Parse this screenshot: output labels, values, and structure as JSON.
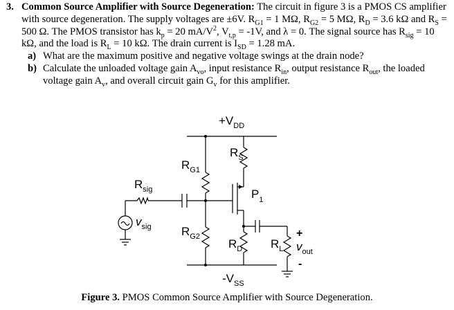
{
  "problem": {
    "number": "3.",
    "title": "Common Source Amplifier with Source Degeneration:",
    "s1": " The circuit in figure 3 is a PMOS CS amplifier with source degeneration. The supply voltages are ±6V. R",
    "s2": " = 1 MΩ, R",
    "s3": " = 5 MΩ, R",
    "s4": " = 3.6 kΩ and R",
    "s5": " = 500 Ω. The PMOS transistor has k",
    "s6": " = 20 mA/V",
    "s7": ", V",
    "s8": " = -1V, and λ = 0. The signal source has R",
    "s9": " = 10 kΩ, and the load is R",
    "s10": " = 10 kΩ. The drain current is I",
    "s11": " = 1.28 mA.",
    "sub_G1": "G1",
    "sub_G2": "G2",
    "sub_D": "D",
    "sub_S": "S",
    "sub_p": "p",
    "sup_2": "2",
    "sub_tp": "t,p",
    "sub_sig": "sig",
    "sub_L": "L",
    "sub_SD": "SD"
  },
  "questions": {
    "a_label": "a)",
    "a_text": "What are the maximum positive and negative voltage swings at the drain node?",
    "b_label": "b)",
    "b1": "Calculate the unloaded voltage gain A",
    "b_vo": "vo",
    "b2": ", input resistance R",
    "b_in": "in",
    "b3": ", output resistance R",
    "b_out": "out",
    "b4": ", the loaded voltage gain A",
    "b_v": "v",
    "b5": ", and overall circuit gain G",
    "b_G": "v",
    "b6": " for this amplifier."
  },
  "circuit": {
    "vdd_main": "+V",
    "vdd_sub": "DD",
    "vss_main": "-V",
    "vss_sub": "SS",
    "rs_main": "R",
    "rs_sub": "S",
    "rg1_main": "R",
    "rg1_sub": "G1",
    "rg2_main": "R",
    "rg2_sub": "G2",
    "rsig_main": "R",
    "rsig_sub": "sig",
    "vsig_main": "v",
    "vsig_sub": "sig",
    "p1_main": "P",
    "p1_sub": "1",
    "rd_main": "R",
    "rd_sub": "D",
    "rl_main": "R",
    "rl_sub": "L",
    "vout_main": "v",
    "vout_sub": "out",
    "plus": "+",
    "minus": "-"
  },
  "caption": {
    "label": "Figure 3.",
    "text": " PMOS Common Source Amplifier with Source Degeneration."
  }
}
